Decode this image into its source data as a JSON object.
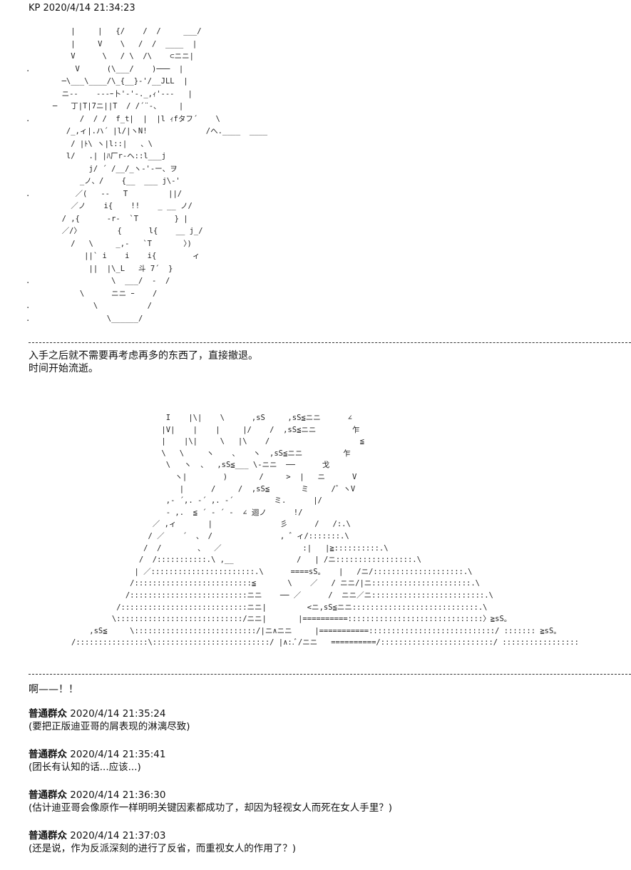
{
  "header": {
    "author": "KP",
    "timestamp": "2020/4/14 21:34:23"
  },
  "art1": {
    "lines": [
      "          |     |   {/    /  /     ___/",
      "          |     V    \\   /  /  ____  |",
      "          V      \\   / \\  /\\    ⊂ニニ|",
      ".          V      (\\___/    )───  |",
      "        ─\\___\\____/\\_{__}-'/__JLL  |",
      "        ニ--    ---ｰ卜'‐'-._,ｨ'‐--   |",
      "      ─   丁|T|7ニ||T  / /´¨‐、    |",
      ".           /  / /  f_t|  |  |l ｨfタフ´    \\",
      "         /_,ィ|.ハ´ |l/|ヽN!             /へ.____  ____",
      "          / |ﾄ\\ ヽ|l::|   、\\",
      "         l/   .| |ﾊ厂r‐ヘ::l___j",
      "              j/ ´ /__/_ヽ‐'‐ー、ヲ",
      "            _ノ、/    {__  ___ j\\‐'",
      ".          ／(   ‐‐   T         ||/",
      "          ／ノ    i{    !!    _ __ ノ/",
      "        / ,{      ‐r‐  `T        } |",
      "        ／/〉        {      l{    __ j_/",
      "          /   \\     _,‐   `T       〉)",
      "             ||` i    i    i{        ィ",
      "              ||  |\\_L   斗 7´  }",
      ".                  \\  ___/  ‐  /",
      "            \\      ニニ ｰ    /",
      ".              \\           /",
      ".                 \\______/"
    ]
  },
  "narration1": [
    "入手之后就不需要再考虑再多的东西了，直接撤退。",
    "时间开始流逝。"
  ],
  "art2": {
    "lines": [
      "                     I    |\\|    \\      ,sS     ,sS≦ニニ      ∠",
      "                    |V|    |    |     |/    /  ,sS≦ニニ        乍",
      "                    |    |\\|     \\   |\\    /                    ≦",
      "                    \\   \\     ヽ    、   ヽ  ,sS≦ニニ         乍",
      "                     \\   ヽ  、  ,sS≦___ \\‐ニニ  ──      戈",
      "                       ヽ|        )       /     >  |   ニ      V",
      "                        |      /     /  ,sS≦       ミ     /゛ヽV",
      "                     ,‐ ´,. ‐´ ,. ‐´         ミ.      |/",
      "                     ‐ ,.  ≦ ´ ‐ ´ ‐  ∠ 迴ノ      !/",
      "                  ／ ,ィ       |               彡      /   /:.\\",
      "                 / ／    ´  、 /               , ゛ィ/:::::::.\\",
      "                /  /        、  ／                  :|   |≧::::::::::.\\",
      "               /  /:::::::::::.\\ ,__              /   | /ニ:::::::::::::::::.\\",
      "              | ／:::::::::::::::::::::::.\\      ====sS。   |   /ニ/::::::::::::::::::::.\\",
      "             /::::::::::::::::::::::::::≦       \\    ／   / ニニ/|ニ::::::::::::::::::::::.\\",
      "            /::::::::::::::::::::::::::ニニ    ── ／      /  ニニ／ニ:::::::::::::::::::::::::.\\",
      "          /::::::::::::::::::::::::::::ニニ|         <ニ,sS≦ニニ::::::::::::::::::::::::::::.\\",
      "         \\::::::::::::::::::::::::::::/ニニ|       |==========::::::::::::::::::::::::::::::〉≧sS。",
      "    ,sS≦     \\:::::::::::::::::::::::::::/|ニ∧ニニ     |===========::::::::::::::::::::::::::::/ ::::::: ≧sS。",
      "/::::::::::::::::\\::::::::::::::::::::::::::/ |∧:.ﾞ/ニニ   ==========/:::::::::::::::::::::::::/ :::::::::::::::::"
    ]
  },
  "narration2": "啊——！！",
  "comments": [
    {
      "author": "普通群众",
      "timestamp": "2020/4/14 21:35:24",
      "text": "(要把正版迪亚哥的屑表现的淋漓尽致)"
    },
    {
      "author": "普通群众",
      "timestamp": "2020/4/14 21:35:41",
      "text": "(团长有认知的话...应该...)"
    },
    {
      "author": "普通群众",
      "timestamp": "2020/4/14 21:36:30",
      "text": "(估计迪亚哥会像原作一样明明关键因素都成功了，却因为轻视女人而死在女人手里？)"
    },
    {
      "author": "普通群众",
      "timestamp": "2020/4/14 21:37:03",
      "text": "(还是说，作为反派深刻的进行了反省，而重视女人的作用了？)"
    }
  ]
}
